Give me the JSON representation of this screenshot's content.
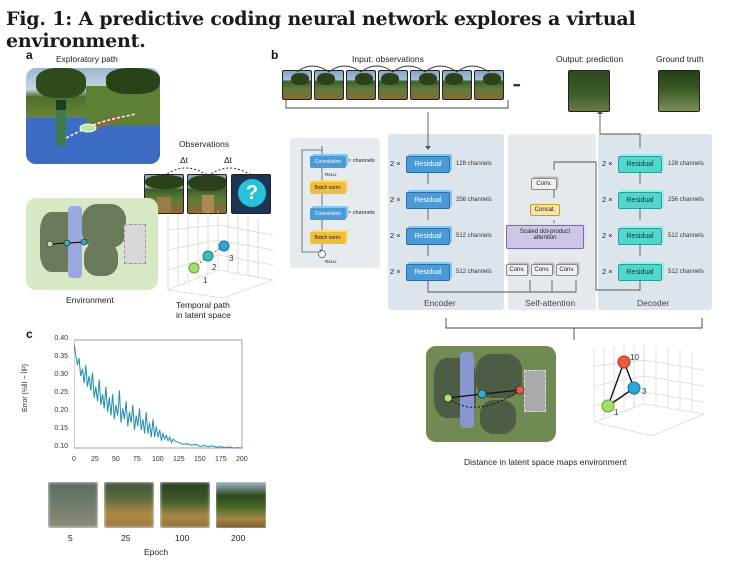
{
  "figure": {
    "title": "Fig. 1: A predictive coding neural network explores a virtual environment."
  },
  "panel_a": {
    "letter": "a",
    "exploratory_path": "Exploratory path",
    "observations": "Observations",
    "delta_t_1": "Δt",
    "delta_t_2": "Δt",
    "question_mark": "?",
    "environment": "Environment",
    "temporal_path_line1": "Temporal path",
    "temporal_path_line2": "in latent space",
    "point_labels": [
      "1",
      "2",
      "3"
    ]
  },
  "panel_b": {
    "letter": "b",
    "input_label": "Input: observations",
    "ellipsis": "•••",
    "output_label": "Output: prediction",
    "ground_truth_label": "Ground truth",
    "residual_block": {
      "convolution": "Convolution",
      "batch_norm": "Batch norm.",
      "relu": "ReLU",
      "x_channels": "× channels",
      "plus": "+"
    },
    "encoder": {
      "title": "Encoder",
      "blocks": [
        {
          "mult": "2 ×",
          "label": "Residual",
          "channels": "128 channels"
        },
        {
          "mult": "2 ×",
          "label": "Residual",
          "channels": "256 channels"
        },
        {
          "mult": "2 ×",
          "label": "Residual",
          "channels": "512 channels"
        },
        {
          "mult": "2 ×",
          "label": "Residual",
          "channels": "512 channels"
        }
      ]
    },
    "attention": {
      "title": "Self-attention",
      "conv_top": "Conv.",
      "concat": "Concat.",
      "sdpa_line1": "Scaled dot-product",
      "sdpa_line2": "attention",
      "convs": [
        "Conv.",
        "Conv.",
        "Conv."
      ]
    },
    "decoder": {
      "title": "Decoder",
      "blocks": [
        {
          "mult": "2 ×",
          "label": "Residual",
          "channels": "128 channels"
        },
        {
          "mult": "2 ×",
          "label": "Residual",
          "channels": "256 channels"
        },
        {
          "mult": "2 ×",
          "label": "Residual",
          "channels": "512 channels"
        },
        {
          "mult": "2 ×",
          "label": "Residual",
          "channels": "512 channels"
        }
      ]
    },
    "latent_points": [
      "10",
      "3",
      "1"
    ],
    "bottom_caption": "Distance in latent space maps environment"
  },
  "panel_c": {
    "letter": "c",
    "epoch_label": "Epoch",
    "example_epochs": [
      "5",
      "25",
      "100",
      "200"
    ]
  },
  "chart_data": {
    "type": "line",
    "title": "",
    "xlabel": "",
    "ylabel": "Error (½‖I − Î‖²)",
    "xlim": [
      0,
      200
    ],
    "ylim": [
      0.1,
      0.4
    ],
    "xticks": [
      "0",
      "25",
      "50",
      "75",
      "100",
      "125",
      "150",
      "175",
      "200"
    ],
    "yticks": [
      "0.10",
      "0.15",
      "0.20",
      "0.25",
      "0.30",
      "0.35",
      "0.40"
    ],
    "line_color": "#1f8fb0",
    "series": [
      {
        "x": [
          0,
          2,
          4,
          6,
          8,
          10,
          12,
          14,
          16,
          18,
          20,
          22,
          24,
          26,
          28,
          30,
          32,
          34,
          36,
          38,
          40,
          42,
          44,
          46,
          48,
          50,
          52,
          54,
          56,
          58,
          60,
          62,
          64,
          66,
          68,
          70,
          72,
          74,
          76,
          78,
          80,
          82,
          84,
          86,
          88,
          90,
          92,
          94,
          96,
          98,
          100,
          102,
          104,
          106,
          108,
          110,
          112,
          114,
          116,
          118,
          120,
          125,
          130,
          135,
          140,
          145,
          150,
          155,
          160,
          165,
          170,
          175,
          180,
          185,
          190,
          195,
          200
        ],
        "y": [
          0.39,
          0.36,
          0.33,
          0.35,
          0.3,
          0.32,
          0.28,
          0.33,
          0.27,
          0.3,
          0.26,
          0.31,
          0.24,
          0.27,
          0.23,
          0.29,
          0.22,
          0.25,
          0.21,
          0.27,
          0.2,
          0.24,
          0.19,
          0.25,
          0.18,
          0.22,
          0.19,
          0.26,
          0.17,
          0.21,
          0.18,
          0.23,
          0.16,
          0.2,
          0.17,
          0.22,
          0.15,
          0.19,
          0.16,
          0.21,
          0.15,
          0.18,
          0.14,
          0.2,
          0.14,
          0.17,
          0.13,
          0.18,
          0.13,
          0.16,
          0.13,
          0.15,
          0.12,
          0.14,
          0.125,
          0.135,
          0.12,
          0.13,
          0.115,
          0.125,
          0.12,
          0.115,
          0.11,
          0.112,
          0.108,
          0.11,
          0.105,
          0.107,
          0.104,
          0.106,
          0.102,
          0.104,
          0.101,
          0.103,
          0.1,
          0.101,
          0.1
        ]
      }
    ]
  }
}
